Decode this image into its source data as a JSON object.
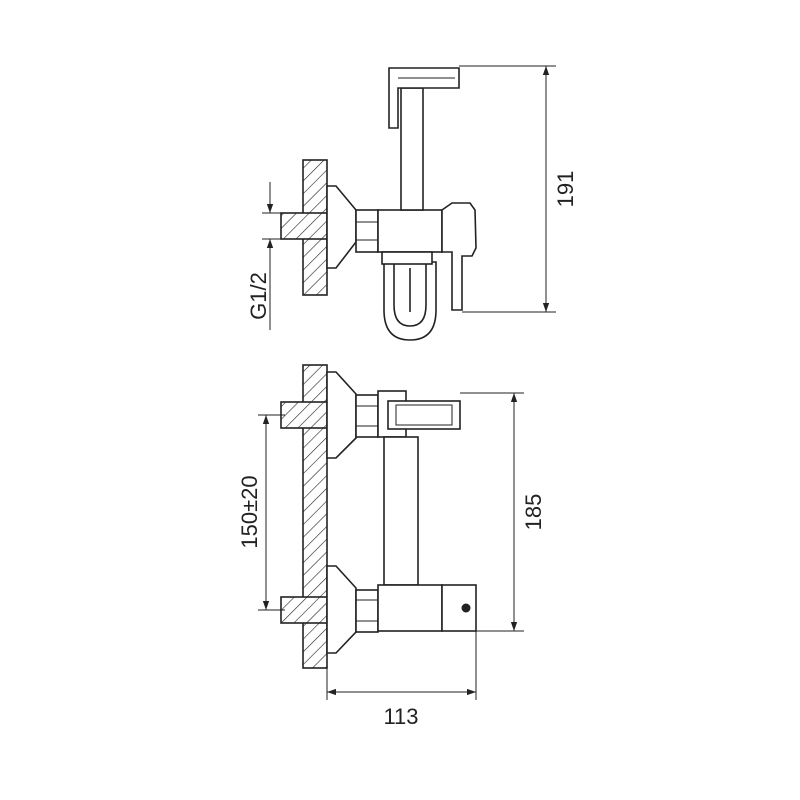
{
  "dimensions": {
    "top_height": "191",
    "thread": "G1/2",
    "bottom_height": "185",
    "spacing": "150±20",
    "depth": "113"
  }
}
